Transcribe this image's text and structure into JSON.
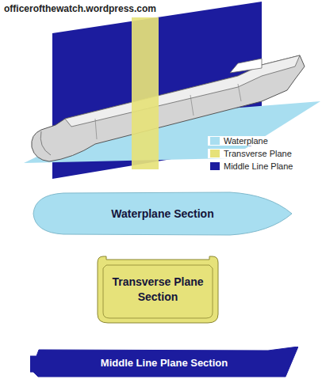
{
  "diagram": {
    "nodes": [
      {
        "text": [
          "Waterplane Section"
        ]
      },
      {
        "text": [
          "Transverse Plane Section"
        ]
      },
      {
        "text": [
          "Middle Line Plane Section"
        ]
      }
    ],
    "labels": [
      "officerofthewatch.wordpress.com"
    ],
    "legend": [
      {
        "text": "Waterplane",
        "color": "#a8def0"
      },
      {
        "text": "Transverse Plane",
        "color": "#e6e27a"
      },
      {
        "text": "Middle Line Plane",
        "color": "#1c1c9e"
      }
    ]
  }
}
